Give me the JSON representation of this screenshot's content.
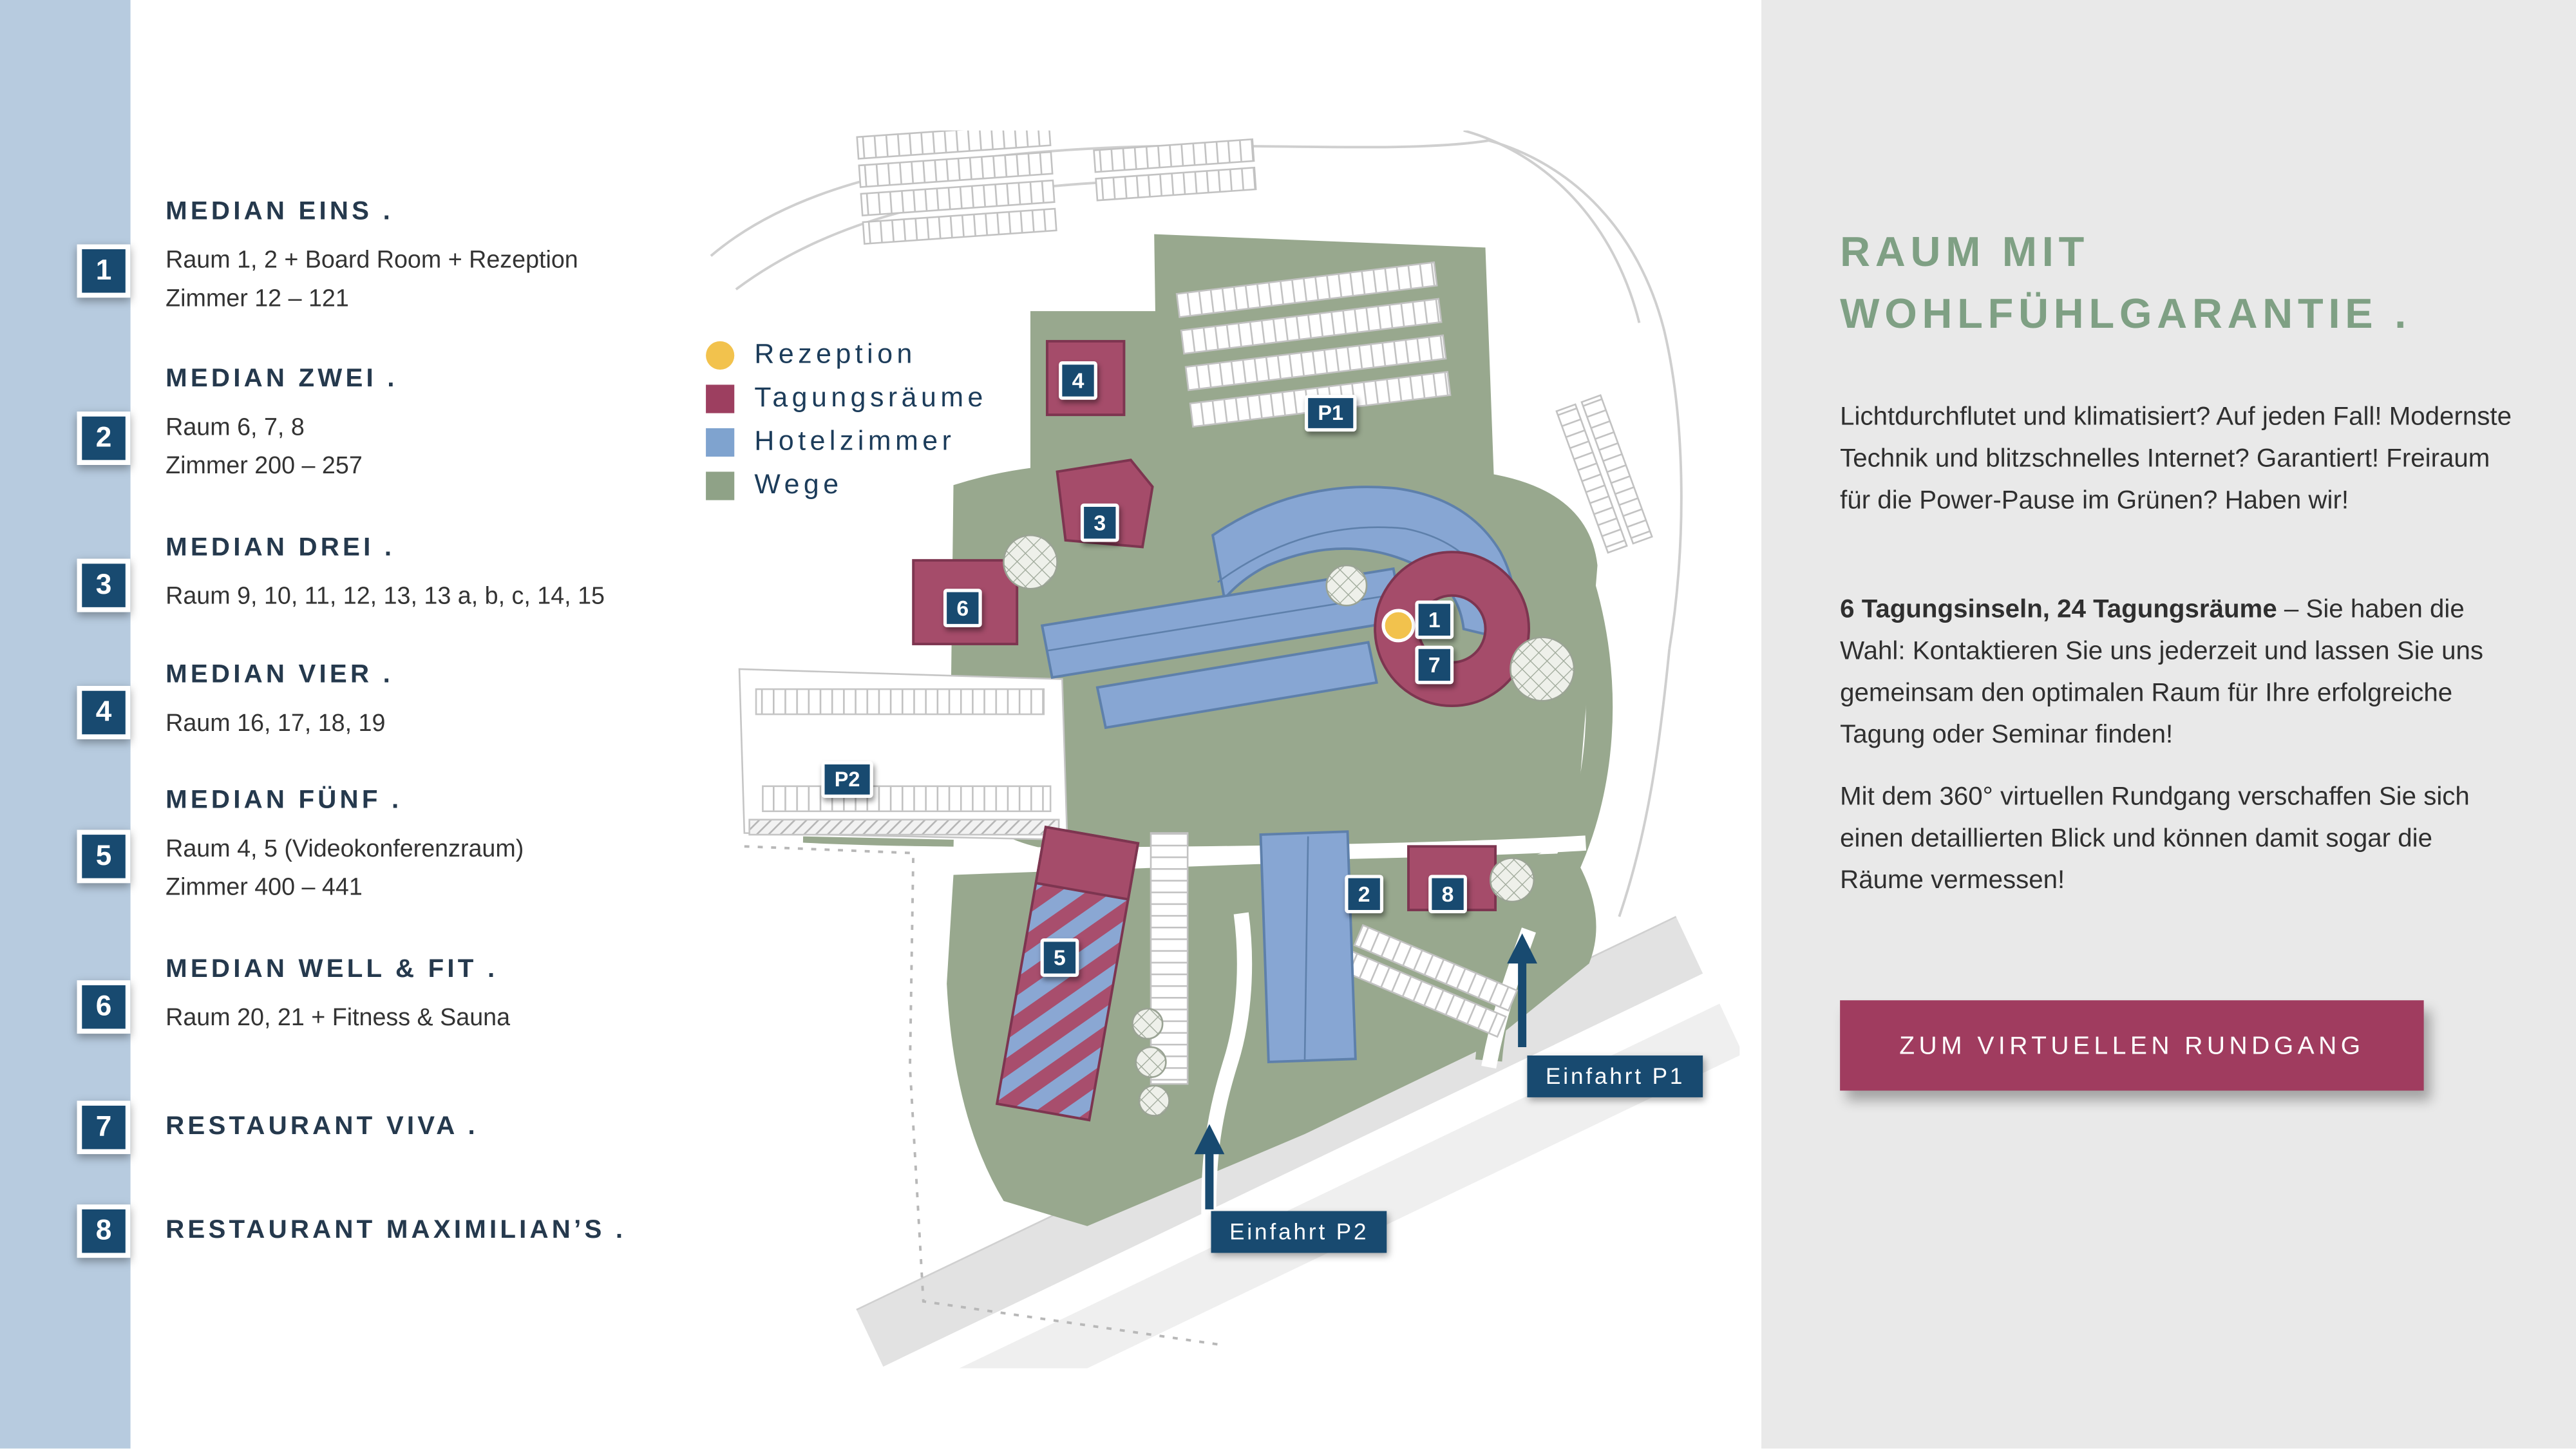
{
  "sidebar": {
    "items": [
      {
        "num": "1",
        "title": "MEDIAN EINS .",
        "lines": [
          "Raum 1, 2 + Board Room + Rezeption",
          "Zimmer 12 – 121"
        ]
      },
      {
        "num": "2",
        "title": "MEDIAN ZWEI .",
        "lines": [
          "Raum 6, 7, 8",
          "Zimmer 200 – 257"
        ]
      },
      {
        "num": "3",
        "title": "MEDIAN DREI .",
        "lines": [
          "Raum 9, 10, 11, 12, 13, 13 a, b, c, 14, 15"
        ]
      },
      {
        "num": "4",
        "title": "MEDIAN VIER .",
        "lines": [
          "Raum 16, 17, 18, 19"
        ]
      },
      {
        "num": "5",
        "title": "MEDIAN FÜNF .",
        "lines": [
          "Raum 4, 5 (Videokonferenzraum)",
          "Zimmer 400 – 441"
        ]
      },
      {
        "num": "6",
        "title": "MEDIAN WELL & FIT .",
        "lines": [
          "Raum 20, 21 + Fitness & Sauna"
        ]
      },
      {
        "num": "7",
        "title": "RESTAURANT VIVA .",
        "lines": []
      },
      {
        "num": "8",
        "title": "RESTAURANT MAXIMILIAN’S .",
        "lines": []
      }
    ]
  },
  "map": {
    "legend": [
      {
        "label": "Rezeption",
        "color": "#f2c24d",
        "shape": "circle"
      },
      {
        "label": "Tagungsräume",
        "color": "#9d3f60",
        "shape": "square"
      },
      {
        "label": "Hotelzimmer",
        "color": "#7fa3cf",
        "shape": "square"
      },
      {
        "label": "Wege",
        "color": "#8fa287",
        "shape": "square"
      }
    ],
    "markers": [
      "1",
      "2",
      "3",
      "4",
      "5",
      "6",
      "7",
      "8",
      "P1",
      "P2"
    ],
    "entrances": [
      {
        "label": "Einfahrt P1"
      },
      {
        "label": "Einfahrt P2"
      }
    ]
  },
  "panel": {
    "title_line1": "RAUM MIT",
    "title_line2": "WOHLFÜHLGARANTIE .",
    "para1": "Lichtdurchflutet und klimatisiert? Auf jeden Fall! Modernste Technik und blitzschnelles Internet? Garantiert! Freiraum für die Power-Pause im Grünen? Haben wir!",
    "para2_bold": "6 Tagungsinseln, 24 Tagungsräume",
    "para2_rest": " – Sie haben die Wahl: Kontaktieren Sie uns jederzeit und lassen Sie uns gemeinsam den optimalen Raum für Ihre erfolgreiche Tagung oder Seminar finden!",
    "para3": "Mit dem 360° virtuellen Rundgang verschaffen Sie sich einen detaillierten Blick und können damit sogar die Räume vermessen!",
    "button": "ZUM VIRTUELLEN RUNDGANG"
  },
  "colors": {
    "navy": "#184a70",
    "sidebar_stripe": "#b7cbdf",
    "heading_green": "#7fa084",
    "button_maroon": "#a03c5f",
    "panel_background": "#e9e9e9",
    "map_paths_green": "#98a88e",
    "hotel_blue": "#87a6d3",
    "meeting_maroon": "#a54c6a",
    "reception_yellow": "#f2c24d"
  }
}
